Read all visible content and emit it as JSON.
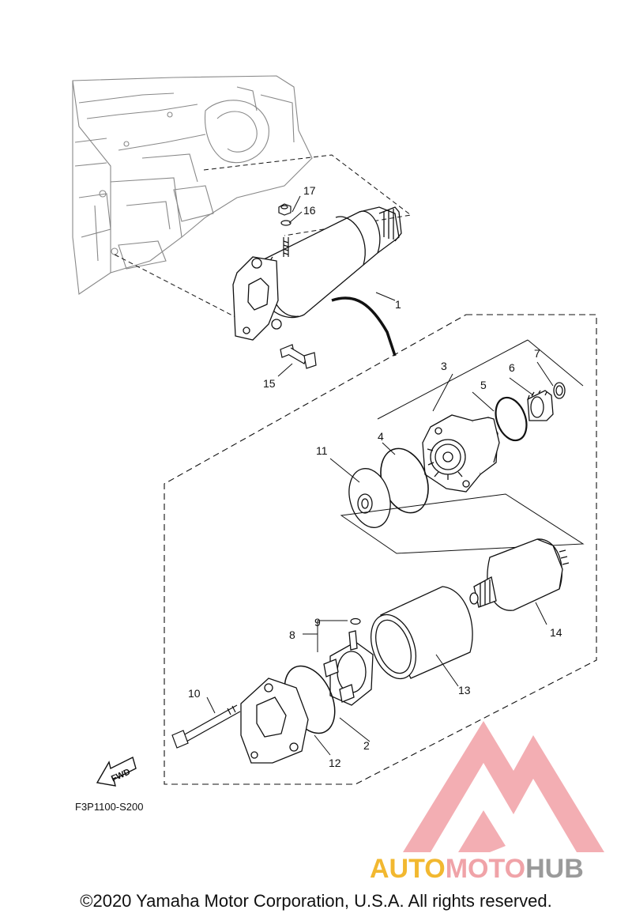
{
  "callouts": [
    {
      "id": "c1",
      "label": "1"
    },
    {
      "id": "c2",
      "label": "2"
    },
    {
      "id": "c3",
      "label": "3"
    },
    {
      "id": "c4",
      "label": "4"
    },
    {
      "id": "c5",
      "label": "5"
    },
    {
      "id": "c6",
      "label": "6"
    },
    {
      "id": "c7",
      "label": "7"
    },
    {
      "id": "c8",
      "label": "8"
    },
    {
      "id": "c9",
      "label": "9"
    },
    {
      "id": "c10",
      "label": "10"
    },
    {
      "id": "c11",
      "label": "11"
    },
    {
      "id": "c12",
      "label": "12"
    },
    {
      "id": "c13",
      "label": "13"
    },
    {
      "id": "c14",
      "label": "14"
    },
    {
      "id": "c15",
      "label": "15"
    },
    {
      "id": "c16",
      "label": "16"
    },
    {
      "id": "c17",
      "label": "17"
    }
  ],
  "fwd_label": "FWD",
  "diagram_code": "F3P1100-S200",
  "copyright": "©2020 Yamaha Motor Corporation, U.S.A. All rights reserved.",
  "watermark": {
    "part1": "AUTO",
    "part2": "MOTO",
    "part3": "HUB",
    "colors": {
      "auto": "#f2b830",
      "moto": "#f0a3a8",
      "hub": "#9a9a9a"
    }
  }
}
